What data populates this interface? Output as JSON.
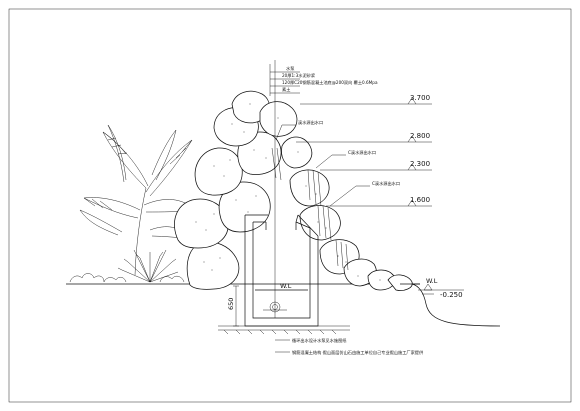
{
  "annotations": {
    "top": [
      "水泵",
      "20厚1:3水泥砂浆",
      "120厚C20钢筋混凝土池底@200双向 覆土0.6Mpa",
      "素土"
    ],
    "side": [
      "溪水源出水口",
      "C溪水源出水口",
      "C溪水源出水口"
    ],
    "bottom": [
      "循环出水设计水泵见水施图纸",
      "钢筋混凝土结构 假山面层仿山石由施工单位自己专业假山施工厂家提供"
    ]
  },
  "elevations": [
    "3.700",
    "2.800",
    "2.300",
    "1.600"
  ],
  "water_level": {
    "label": "W.L",
    "value": "-0.250"
  },
  "pool": {
    "water_level_label": "W.L",
    "depth_dimension": "650"
  }
}
